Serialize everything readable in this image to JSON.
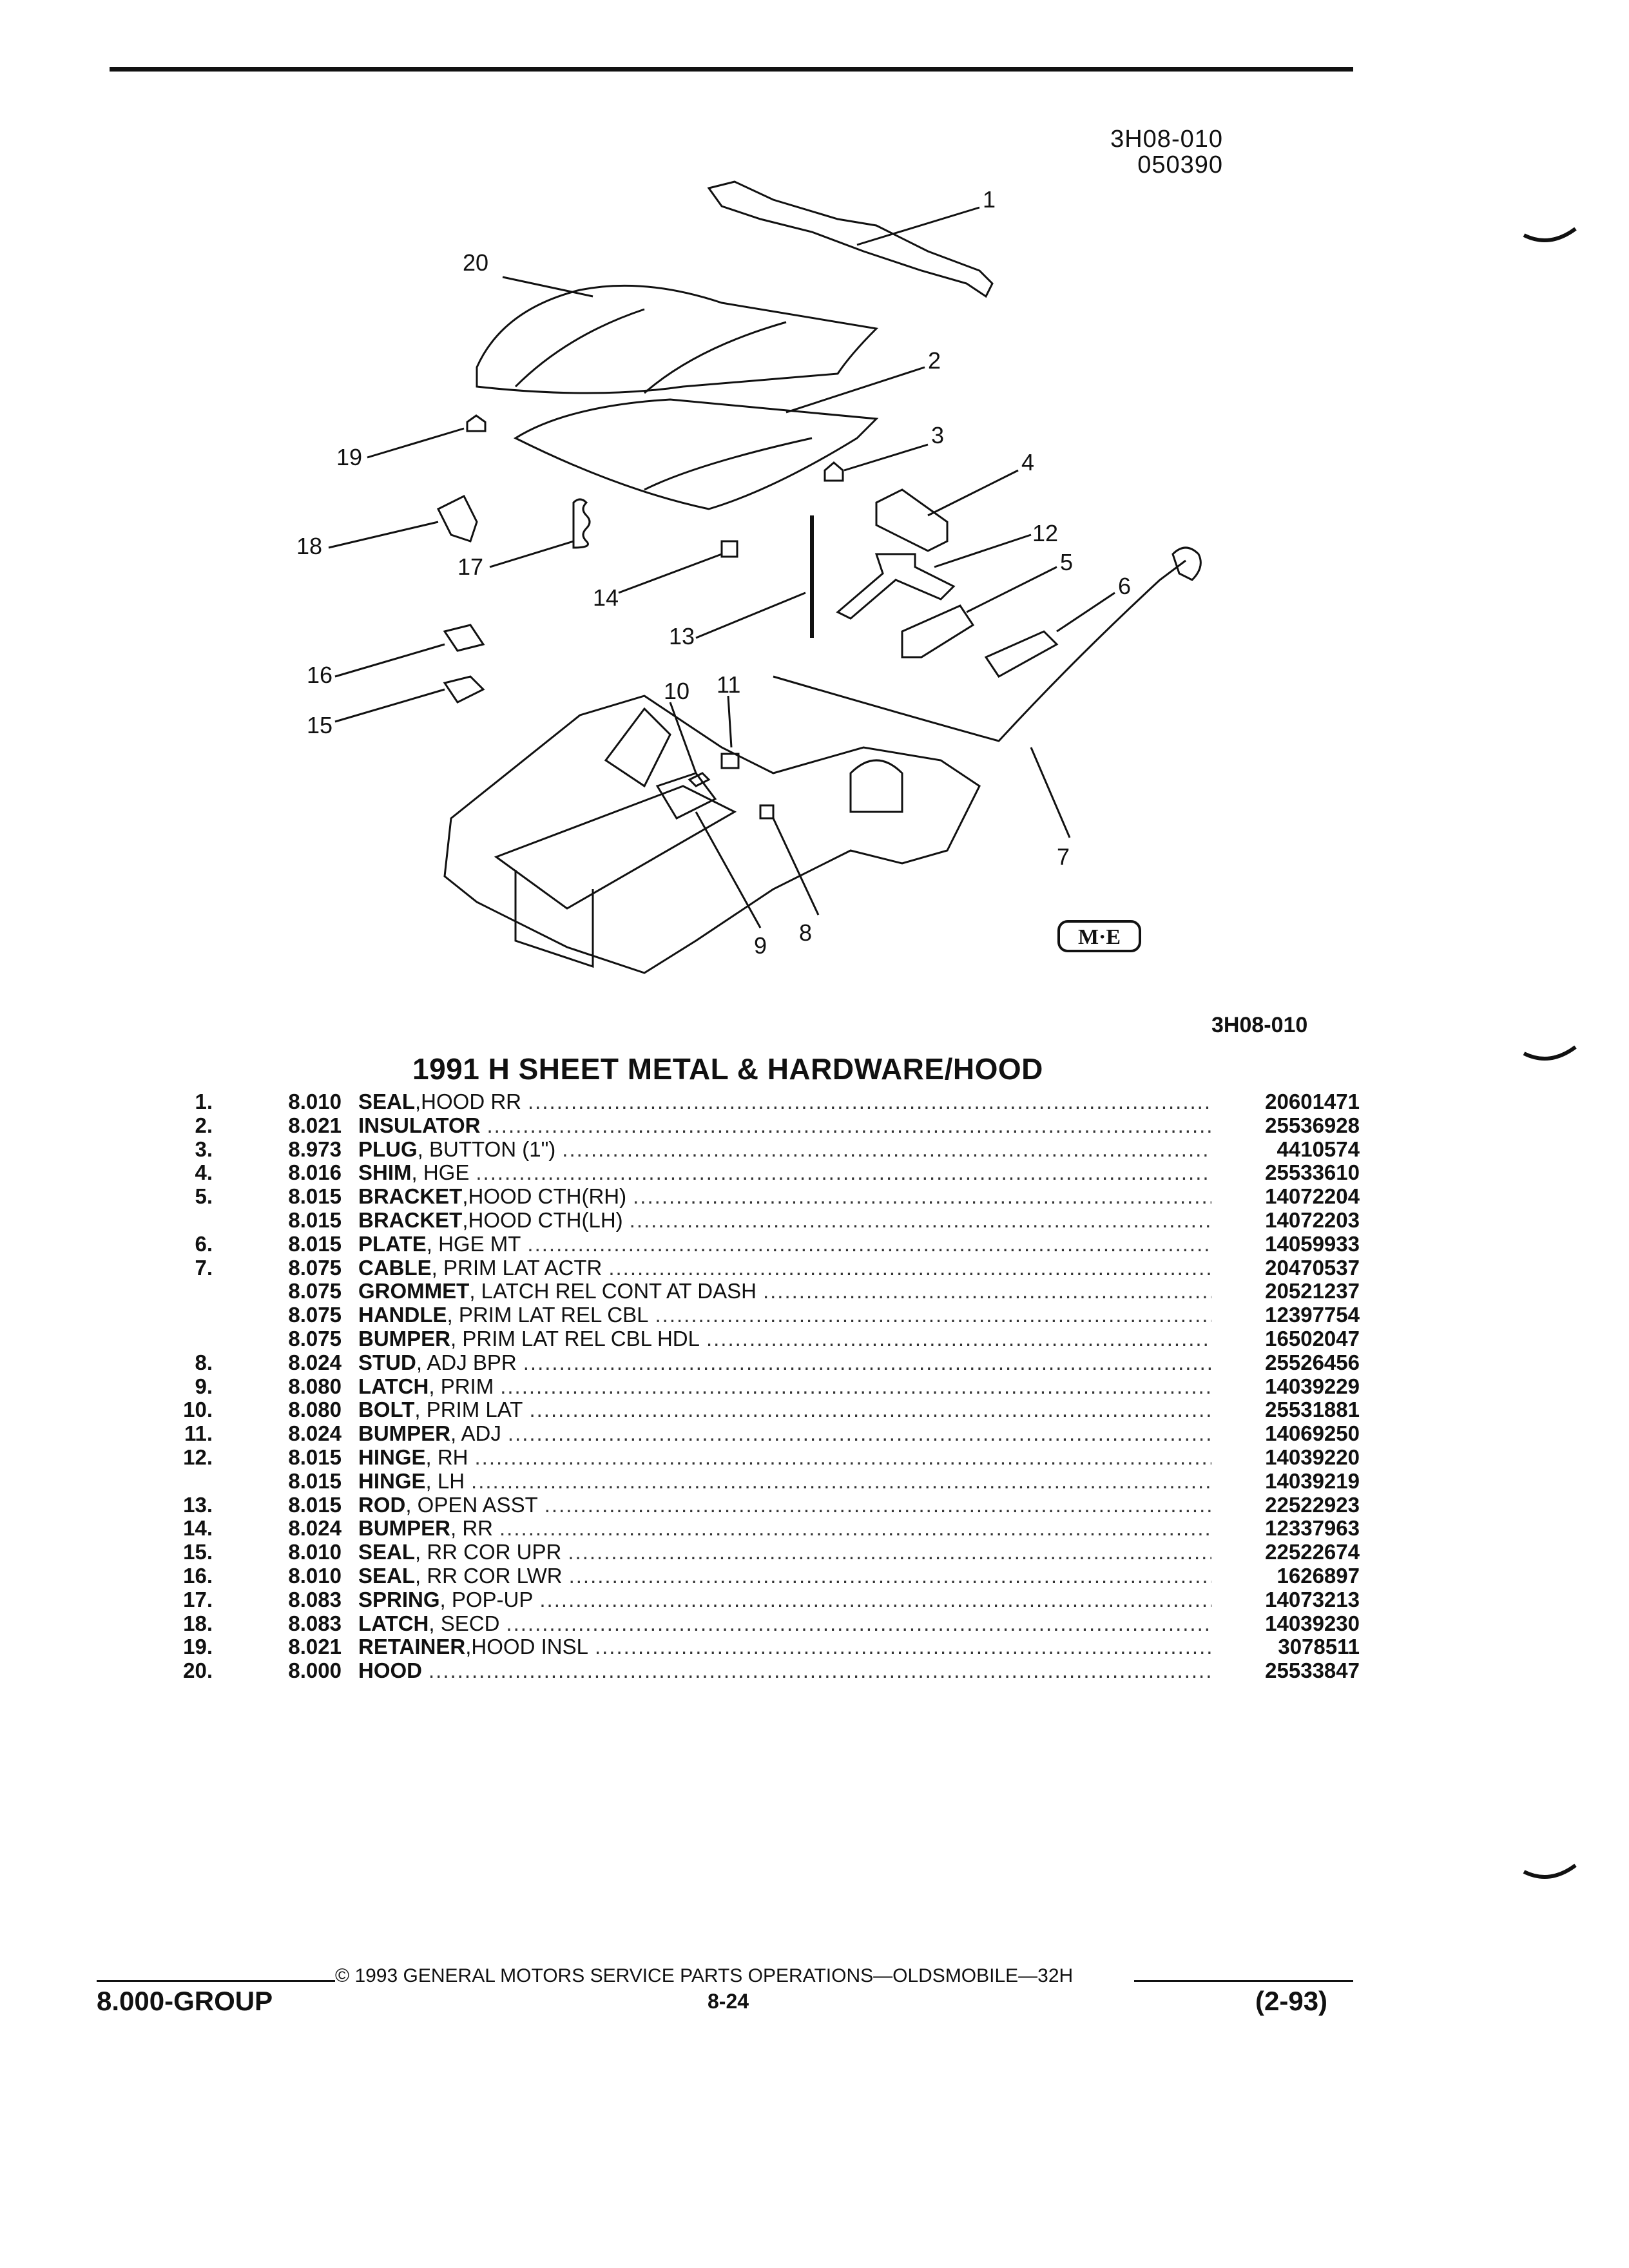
{
  "header": {
    "ref_code_line1": "3H08-010",
    "ref_code_line2": "050390"
  },
  "diagram": {
    "callouts": [
      "1",
      "2",
      "3",
      "4",
      "5",
      "6",
      "7",
      "8",
      "9",
      "10",
      "11",
      "12",
      "13",
      "14",
      "15",
      "16",
      "17",
      "18",
      "19",
      "20"
    ],
    "figure_id": "3H08-010",
    "logo_text": "M·E"
  },
  "title": "1991 H SHEET METAL & HARDWARE/HOOD",
  "parts": [
    {
      "num": "1.",
      "group": "8.010",
      "name": "SEAL",
      "sub": ",HOOD RR",
      "pn": "20601471"
    },
    {
      "num": "2.",
      "group": "8.021",
      "name": "INSULATOR",
      "sub": "",
      "pn": "25536928"
    },
    {
      "num": "3.",
      "group": "8.973",
      "name": "PLUG",
      "sub": ", BUTTON (1\")",
      "pn": "4410574"
    },
    {
      "num": "4.",
      "group": "8.016",
      "name": "SHIM",
      "sub": ", HGE",
      "pn": "25533610"
    },
    {
      "num": "5.",
      "group": "8.015",
      "name": "BRACKET",
      "sub": ",HOOD CTH(RH)",
      "pn": "14072204"
    },
    {
      "num": "",
      "group": "8.015",
      "name": "BRACKET",
      "sub": ",HOOD CTH(LH)",
      "pn": "14072203"
    },
    {
      "num": "6.",
      "group": "8.015",
      "name": "PLATE",
      "sub": ", HGE MT",
      "pn": "14059933"
    },
    {
      "num": "7.",
      "group": "8.075",
      "name": "CABLE",
      "sub": ", PRIM LAT ACTR",
      "pn": "20470537"
    },
    {
      "num": "",
      "group": "8.075",
      "name": "GROMMET",
      "sub": ", LATCH REL CONT AT DASH",
      "pn": "20521237"
    },
    {
      "num": "",
      "group": "8.075",
      "name": "HANDLE",
      "sub": ", PRIM LAT REL CBL",
      "pn": "12397754"
    },
    {
      "num": "",
      "group": "8.075",
      "name": "BUMPER",
      "sub": ", PRIM LAT REL CBL HDL",
      "pn": "16502047"
    },
    {
      "num": "8.",
      "group": "8.024",
      "name": "STUD",
      "sub": ", ADJ BPR",
      "pn": "25526456"
    },
    {
      "num": "9.",
      "group": "8.080",
      "name": "LATCH",
      "sub": ", PRIM",
      "pn": "14039229"
    },
    {
      "num": "10.",
      "group": "8.080",
      "name": "BOLT",
      "sub": ", PRIM LAT",
      "pn": "25531881"
    },
    {
      "num": "11.",
      "group": "8.024",
      "name": "BUMPER",
      "sub": ", ADJ",
      "pn": "14069250"
    },
    {
      "num": "12.",
      "group": "8.015",
      "name": "HINGE",
      "sub": ", RH",
      "pn": "14039220"
    },
    {
      "num": "",
      "group": "8.015",
      "name": "HINGE",
      "sub": ", LH",
      "pn": "14039219"
    },
    {
      "num": "13.",
      "group": "8.015",
      "name": "ROD",
      "sub": ", OPEN ASST",
      "pn": "22522923"
    },
    {
      "num": "14.",
      "group": "8.024",
      "name": "BUMPER",
      "sub": ", RR",
      "pn": "12337963"
    },
    {
      "num": "15.",
      "group": "8.010",
      "name": "SEAL",
      "sub": ", RR COR UPR",
      "pn": "22522674"
    },
    {
      "num": "16.",
      "group": "8.010",
      "name": "SEAL",
      "sub": ", RR COR LWR",
      "pn": "1626897"
    },
    {
      "num": "17.",
      "group": "8.083",
      "name": "SPRING",
      "sub": ", POP-UP",
      "pn": "14073213"
    },
    {
      "num": "18.",
      "group": "8.083",
      "name": "LATCH",
      "sub": ", SECD",
      "pn": "14039230"
    },
    {
      "num": "19.",
      "group": "8.021",
      "name": "RETAINER",
      "sub": ",HOOD INSL",
      "pn": "3078511"
    },
    {
      "num": "20.",
      "group": "8.000",
      "name": "HOOD",
      "sub": "",
      "pn": "25533847"
    }
  ],
  "footer": {
    "copyright": "© 1993 GENERAL MOTORS SERVICE PARTS OPERATIONS—OLDSMOBILE—32H",
    "group": "8.000-GROUP",
    "page": "8-24",
    "date": "(2-93)"
  }
}
